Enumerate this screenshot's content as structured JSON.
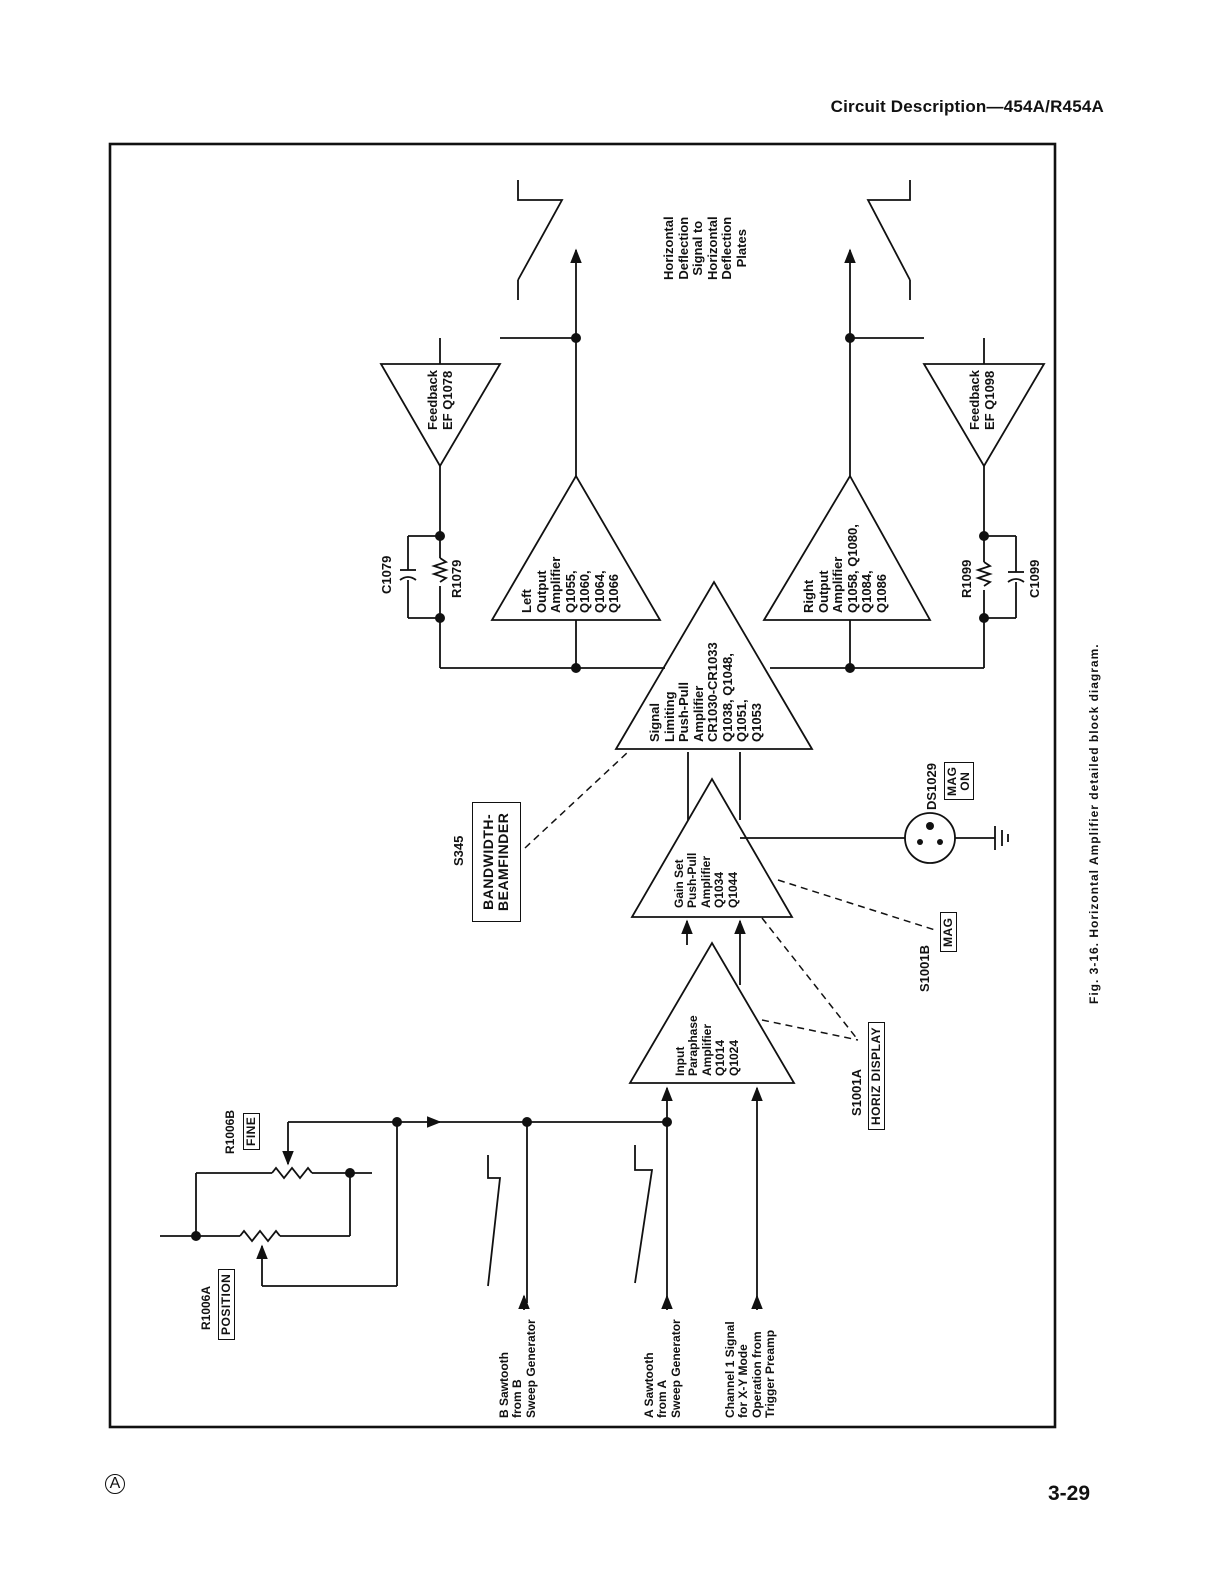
{
  "header": {
    "title": "Circuit Description—454A/R454A"
  },
  "footer": {
    "page_number": "3-29",
    "mark": "A"
  },
  "caption": "Fig. 3-16. Horizontal Amplifier detailed block diagram.",
  "blocks": {
    "input_paraphase": "Input\nParaphase\nAmplifier\nQ1014\nQ1024",
    "gain_set": "Gain Set\nPush-Pull\nAmplifier\nQ1034\nQ1044",
    "signal_limiting": "Signal\nLimiting\nPush-Pull\nAmplifier\nCR1030-CR1033\nQ1038, Q1048,\nQ1051,\nQ1053",
    "left_output": "Left\nOutput\nAmplifier\nQ1055,\nQ1060,\nQ1064,\nQ1066",
    "right_output": "Right\nOutput\nAmplifier\nQ1058, Q1080,\nQ1084,\nQ1086",
    "feedback_left": "Feedback\nEF Q1078",
    "feedback_right": "Feedback\nEF Q1098"
  },
  "inputs": {
    "b_sawtooth": "B Sawtooth\nfrom B\nSweep Generator",
    "a_sawtooth": "A Sawtooth\nfrom A\nSweep Generator",
    "channel1": "Channel 1 Signal\nfor X-Y Mode\nOperation from\nTrigger Preamp"
  },
  "output_label": "Horizontal\nDeflection\nSignal to\nHorizontal\nDeflection\nPlates",
  "components": {
    "r1006a": "R1006A",
    "position": "POSITION",
    "r1006b": "R1006B",
    "fine": "FINE",
    "s1001a": "S1001A",
    "horiz_display": "HORIZ DISPLAY",
    "s1001b": "S1001B",
    "mag": "MAG",
    "s345": "S345",
    "bandwidth": "BANDWIDTH-\nBEAMFINDER",
    "ds1029": "DS1029",
    "mag_on": "MAG\nON",
    "c1079": "C1079",
    "r1079": "R1079",
    "r1099": "R1099",
    "c1099": "C1099"
  }
}
